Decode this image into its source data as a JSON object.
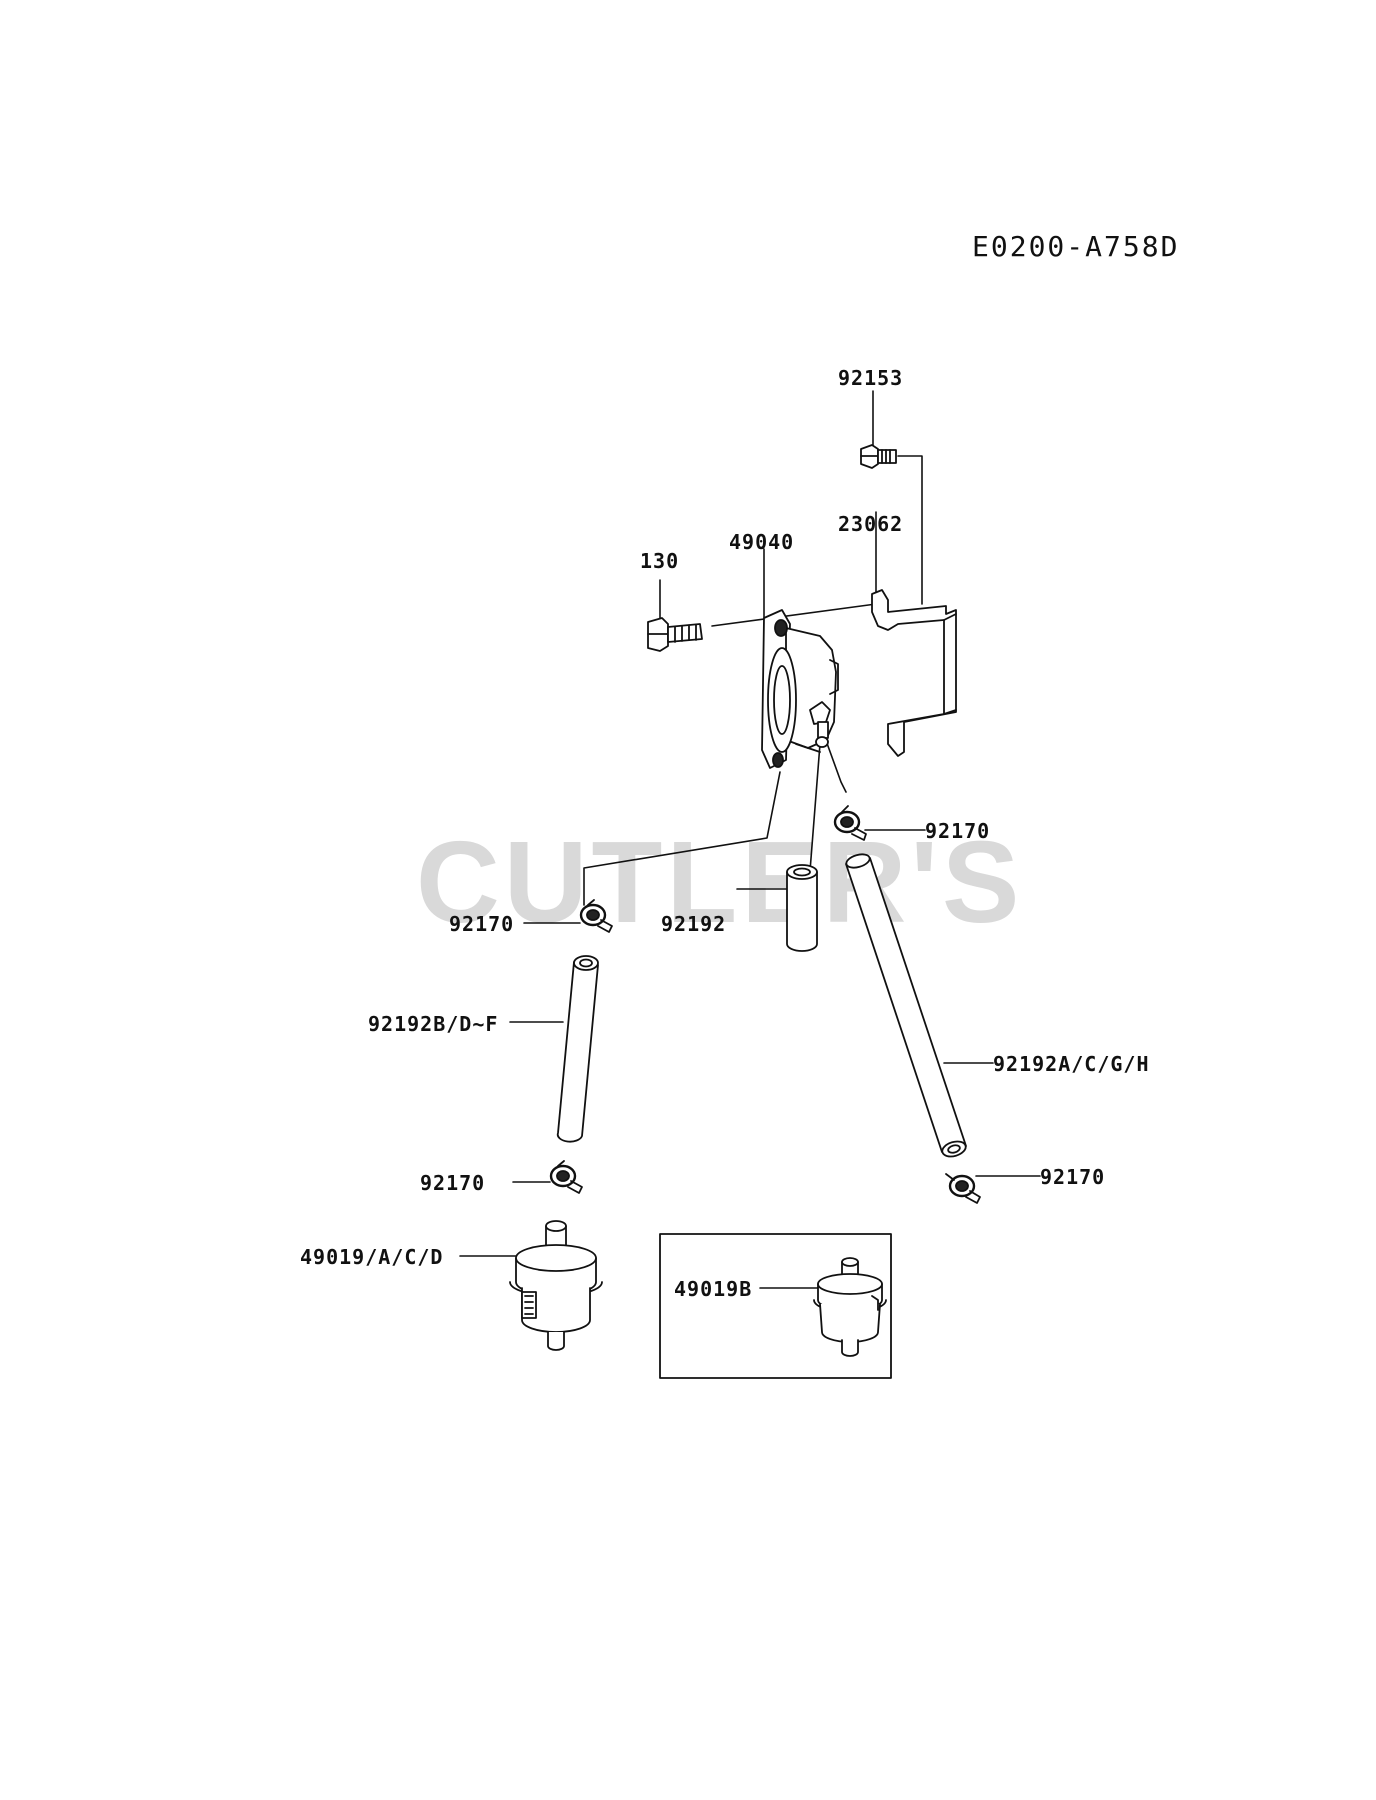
{
  "diagram_code": "E0200-A758D",
  "watermark": "CUTLER'S",
  "parts": [
    {
      "id": "p92153",
      "label": "92153",
      "icon": "bolt-icon"
    },
    {
      "id": "p23062",
      "label": "23062",
      "icon": "bracket-icon"
    },
    {
      "id": "p49040",
      "label": "49040",
      "icon": "fuel-pump-icon"
    },
    {
      "id": "p130",
      "label": "130",
      "icon": "bolt-icon"
    },
    {
      "id": "p92170a",
      "label": "92170",
      "icon": "hose-clamp-icon"
    },
    {
      "id": "p92170b",
      "label": "92170",
      "icon": "hose-clamp-icon"
    },
    {
      "id": "p92192",
      "label": "92192",
      "icon": "hose-icon"
    },
    {
      "id": "p92192bdf",
      "label": "92192B/D~F",
      "icon": "hose-icon"
    },
    {
      "id": "p92192acgh",
      "label": "92192A/C/G/H",
      "icon": "hose-icon"
    },
    {
      "id": "p92170c",
      "label": "92170",
      "icon": "hose-clamp-icon"
    },
    {
      "id": "p92170d",
      "label": "92170",
      "icon": "hose-clamp-icon"
    },
    {
      "id": "p49019acd",
      "label": "49019/A/C/D",
      "icon": "fuel-filter-icon"
    },
    {
      "id": "p49019b",
      "label": "49019B",
      "icon": "fuel-filter-icon"
    }
  ]
}
